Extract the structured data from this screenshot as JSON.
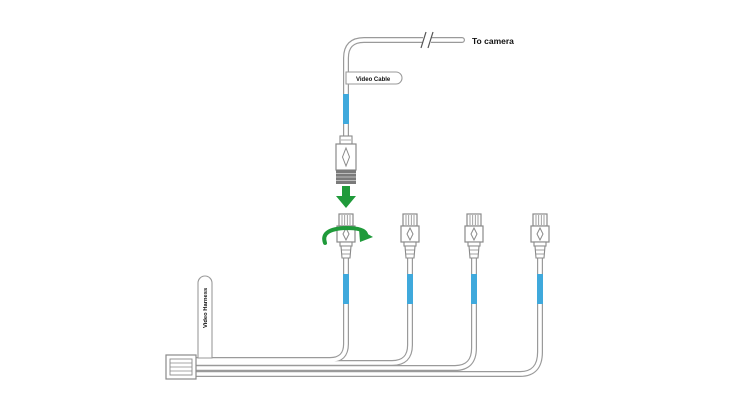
{
  "labels": {
    "to_camera": "To camera",
    "video_cable": "Video Cable",
    "video_harness": "Video Harness"
  },
  "icons": {
    "push_arrow": "arrow-down-icon",
    "rotate_arrow": "rotate-arrow-icon"
  },
  "colors": {
    "cable_outline": "#9a9a9a",
    "blue_band": "#3fa9dc",
    "arrow_green": "#1f9a3a"
  },
  "connector_count": 4
}
